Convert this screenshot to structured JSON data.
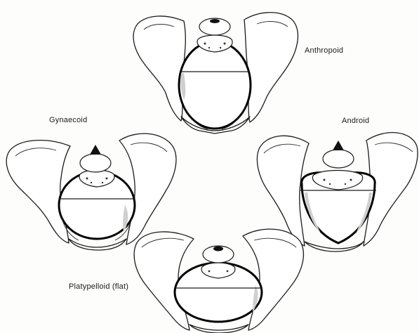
{
  "labels": {
    "anthropoid": "Anthropoid",
    "gynaecoid": "Gynaecoid",
    "android": "Android",
    "platypelloid": "Platypelloid (flat)"
  },
  "colors": {
    "outline": "#1b1b1b",
    "inlet_outline": "#000000",
    "shading": "#cfcfcf",
    "background": "#fdfdfc"
  }
}
